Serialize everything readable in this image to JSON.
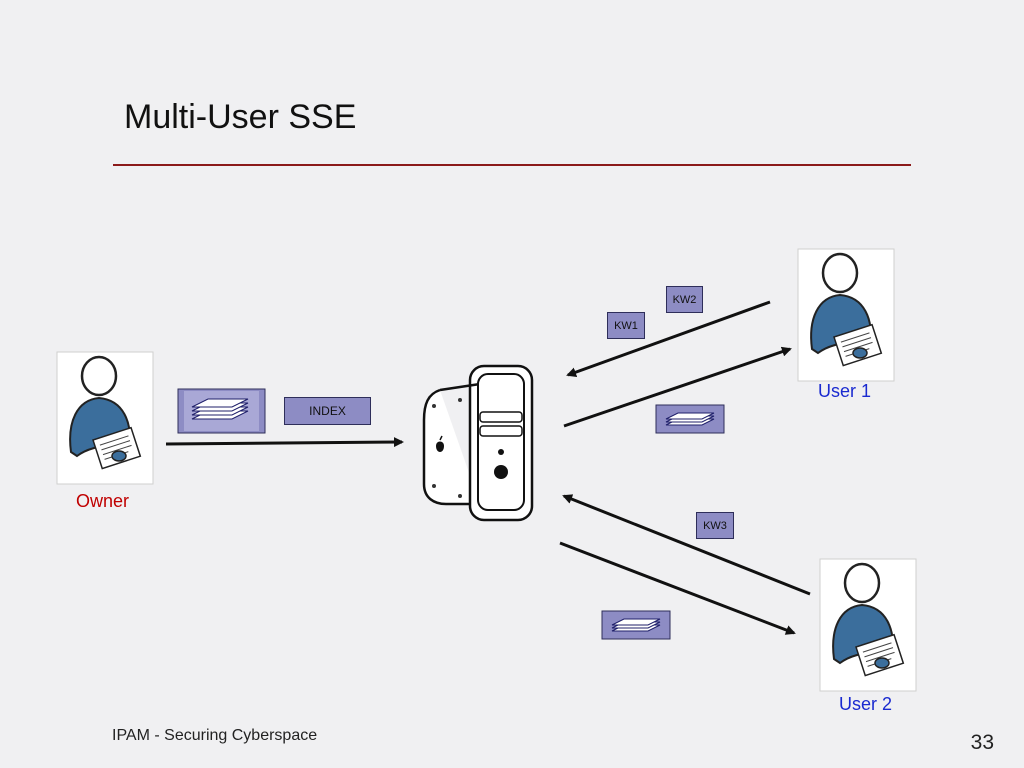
{
  "slide": {
    "title": "Multi-User SSE",
    "footer": "IPAM - Securing Cyberspace",
    "page_number": "33"
  },
  "diagram": {
    "owner_label": "Owner",
    "user1_label": "User 1",
    "user2_label": "User 2",
    "index_label": "INDEX",
    "kw1_label": "KW1",
    "kw2_label": "KW2",
    "kw3_label": "KW3",
    "colors": {
      "rule": "#8b1a1a",
      "owner_text": "#c00000",
      "user_text": "#1a2ad0",
      "tag_fill": "#8d8cc4",
      "person_fill": "#3b6e9c"
    },
    "icons": [
      "owner-person-icon",
      "user1-person-icon",
      "user2-person-icon",
      "server-icon",
      "document-stack-icon"
    ]
  }
}
